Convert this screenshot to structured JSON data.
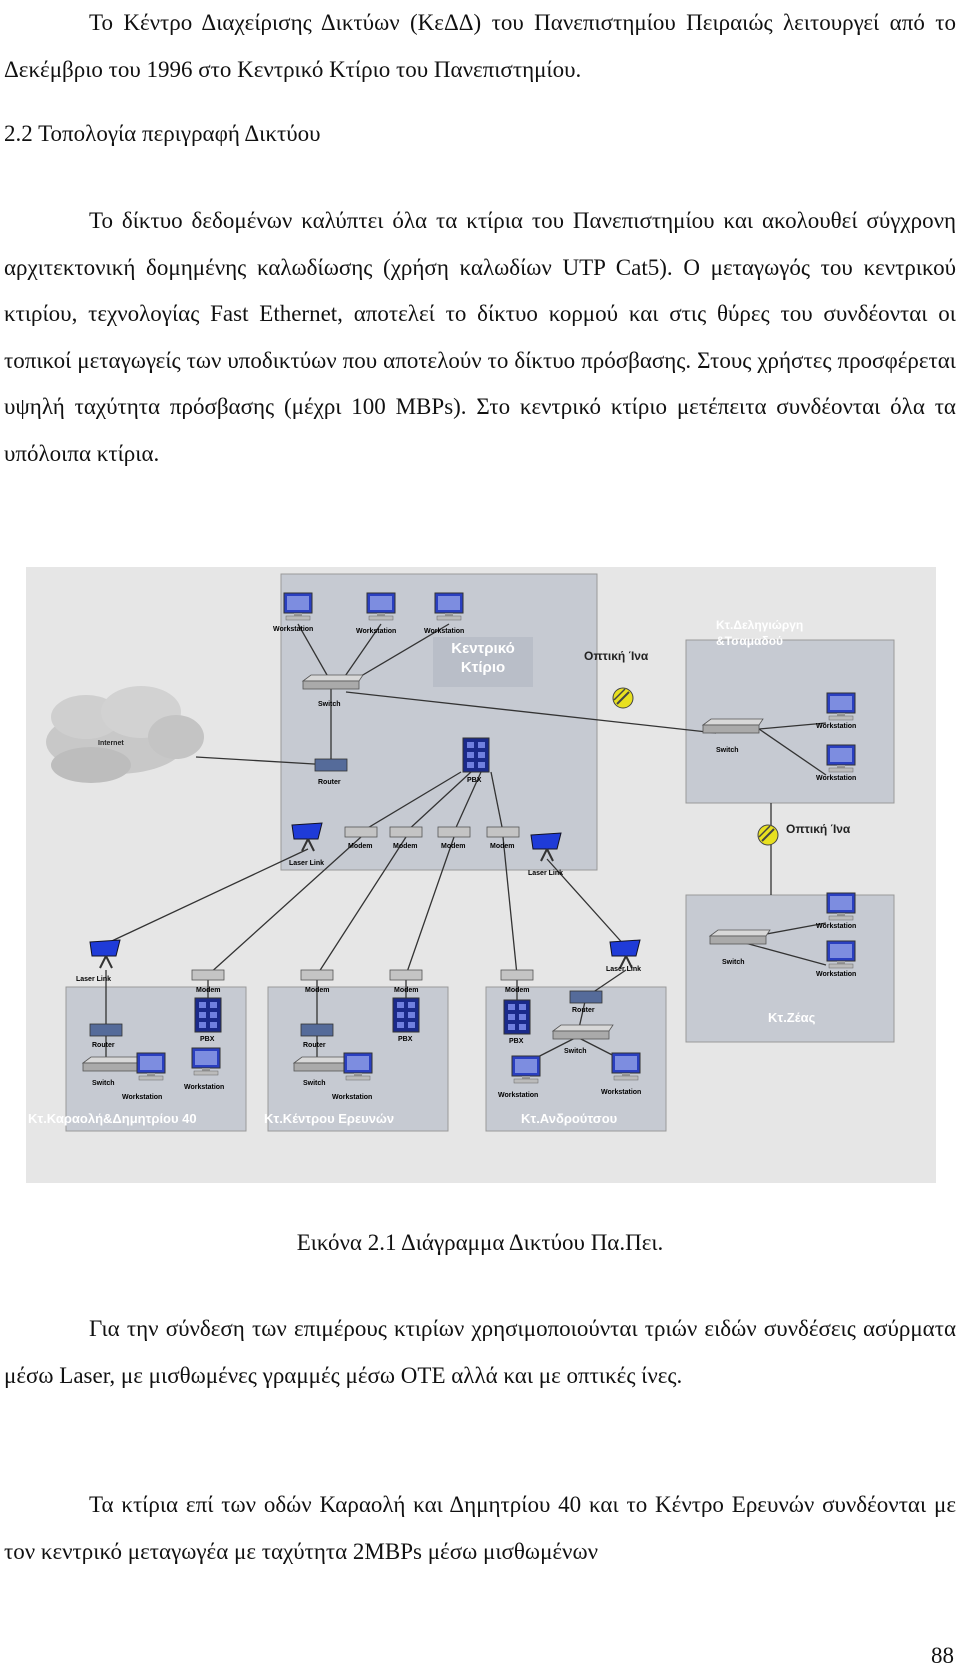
{
  "paragraphs": {
    "intro": "Το Κέντρο Διαχείρισης Δικτύων (ΚεΔΔ) του Πανεπιστημίου Πειραιώς λειτουργεί από το Δεκέμβριο του 1996 στο Κεντρικό Κτίριο του Πανεπιστημίου.",
    "section_heading": "2.2 Τοπολογία περιγραφή Δικτύου",
    "topology": "Το δίκτυο δεδομένων καλύπτει όλα τα κτίρια του Πανεπιστημίου και ακολουθεί σύγχρονη αρχιτεκτονική δομημένης καλωδίωσης (χρήση καλωδίων UTP Cat5). Ο μεταγωγός του κεντρικού κτιρίου, τεχνολογίας Fast Ethernet, αποτελεί το δίκτυο κορμού και στις θύρες του συνδέονται οι τοπικοί μεταγωγείς των υποδικτύων που αποτελούν το δίκτυο πρόσβασης. Στους χρήστες προσφέρεται υψηλή ταχύτητα πρόσβασης (μέχρι 100 MBPs). Στο κεντρικό κτίριο μετέπειτα συνδέονται όλα τα υπόλοιπα κτίρια.",
    "connections": "Για την σύνδεση των επιμέρους κτιρίων χρησιμοποιούνται τριών ειδών συνδέσεις ασύρματα μέσω Laser, με μισθωμένες γραμμές μέσω ΟΤΕ αλλά και με οπτικές ίνες.",
    "buildings": "Τα κτίρια επί των οδών Καραολή και Δημητρίου 40 και το Κέντρο Ερευνών συνδέονται με τον κεντρικό μεταγωγέα με ταχύτητα 2MBPs μέσω μισθωμένων"
  },
  "figure": {
    "caption": "Εικόνα 2.1 Διάγραμμα Δικτύου Πα.Πει.",
    "central_building": "Κεντρικό Κτίριο",
    "internet": "Internet",
    "fiber_label": "Οπτική Ίνα",
    "buildings": {
      "deligiorgi": "Κτ.Δεληγιώργη &Τσαμαδού",
      "zeas": "Κτ.Ζέας",
      "karaoli": "Κτ.Καραολή&Δημητρίου 40",
      "research": "Κτ.Κέντρου Ερευνών",
      "androutsou": "Κτ.Ανδρούτσου"
    },
    "devices": {
      "workstation": "Workstation",
      "switch": "Switch",
      "router": "Router",
      "pbx": "PBX",
      "modem": "Modem",
      "laser_link": "Laser Link"
    }
  },
  "page_number": "88"
}
